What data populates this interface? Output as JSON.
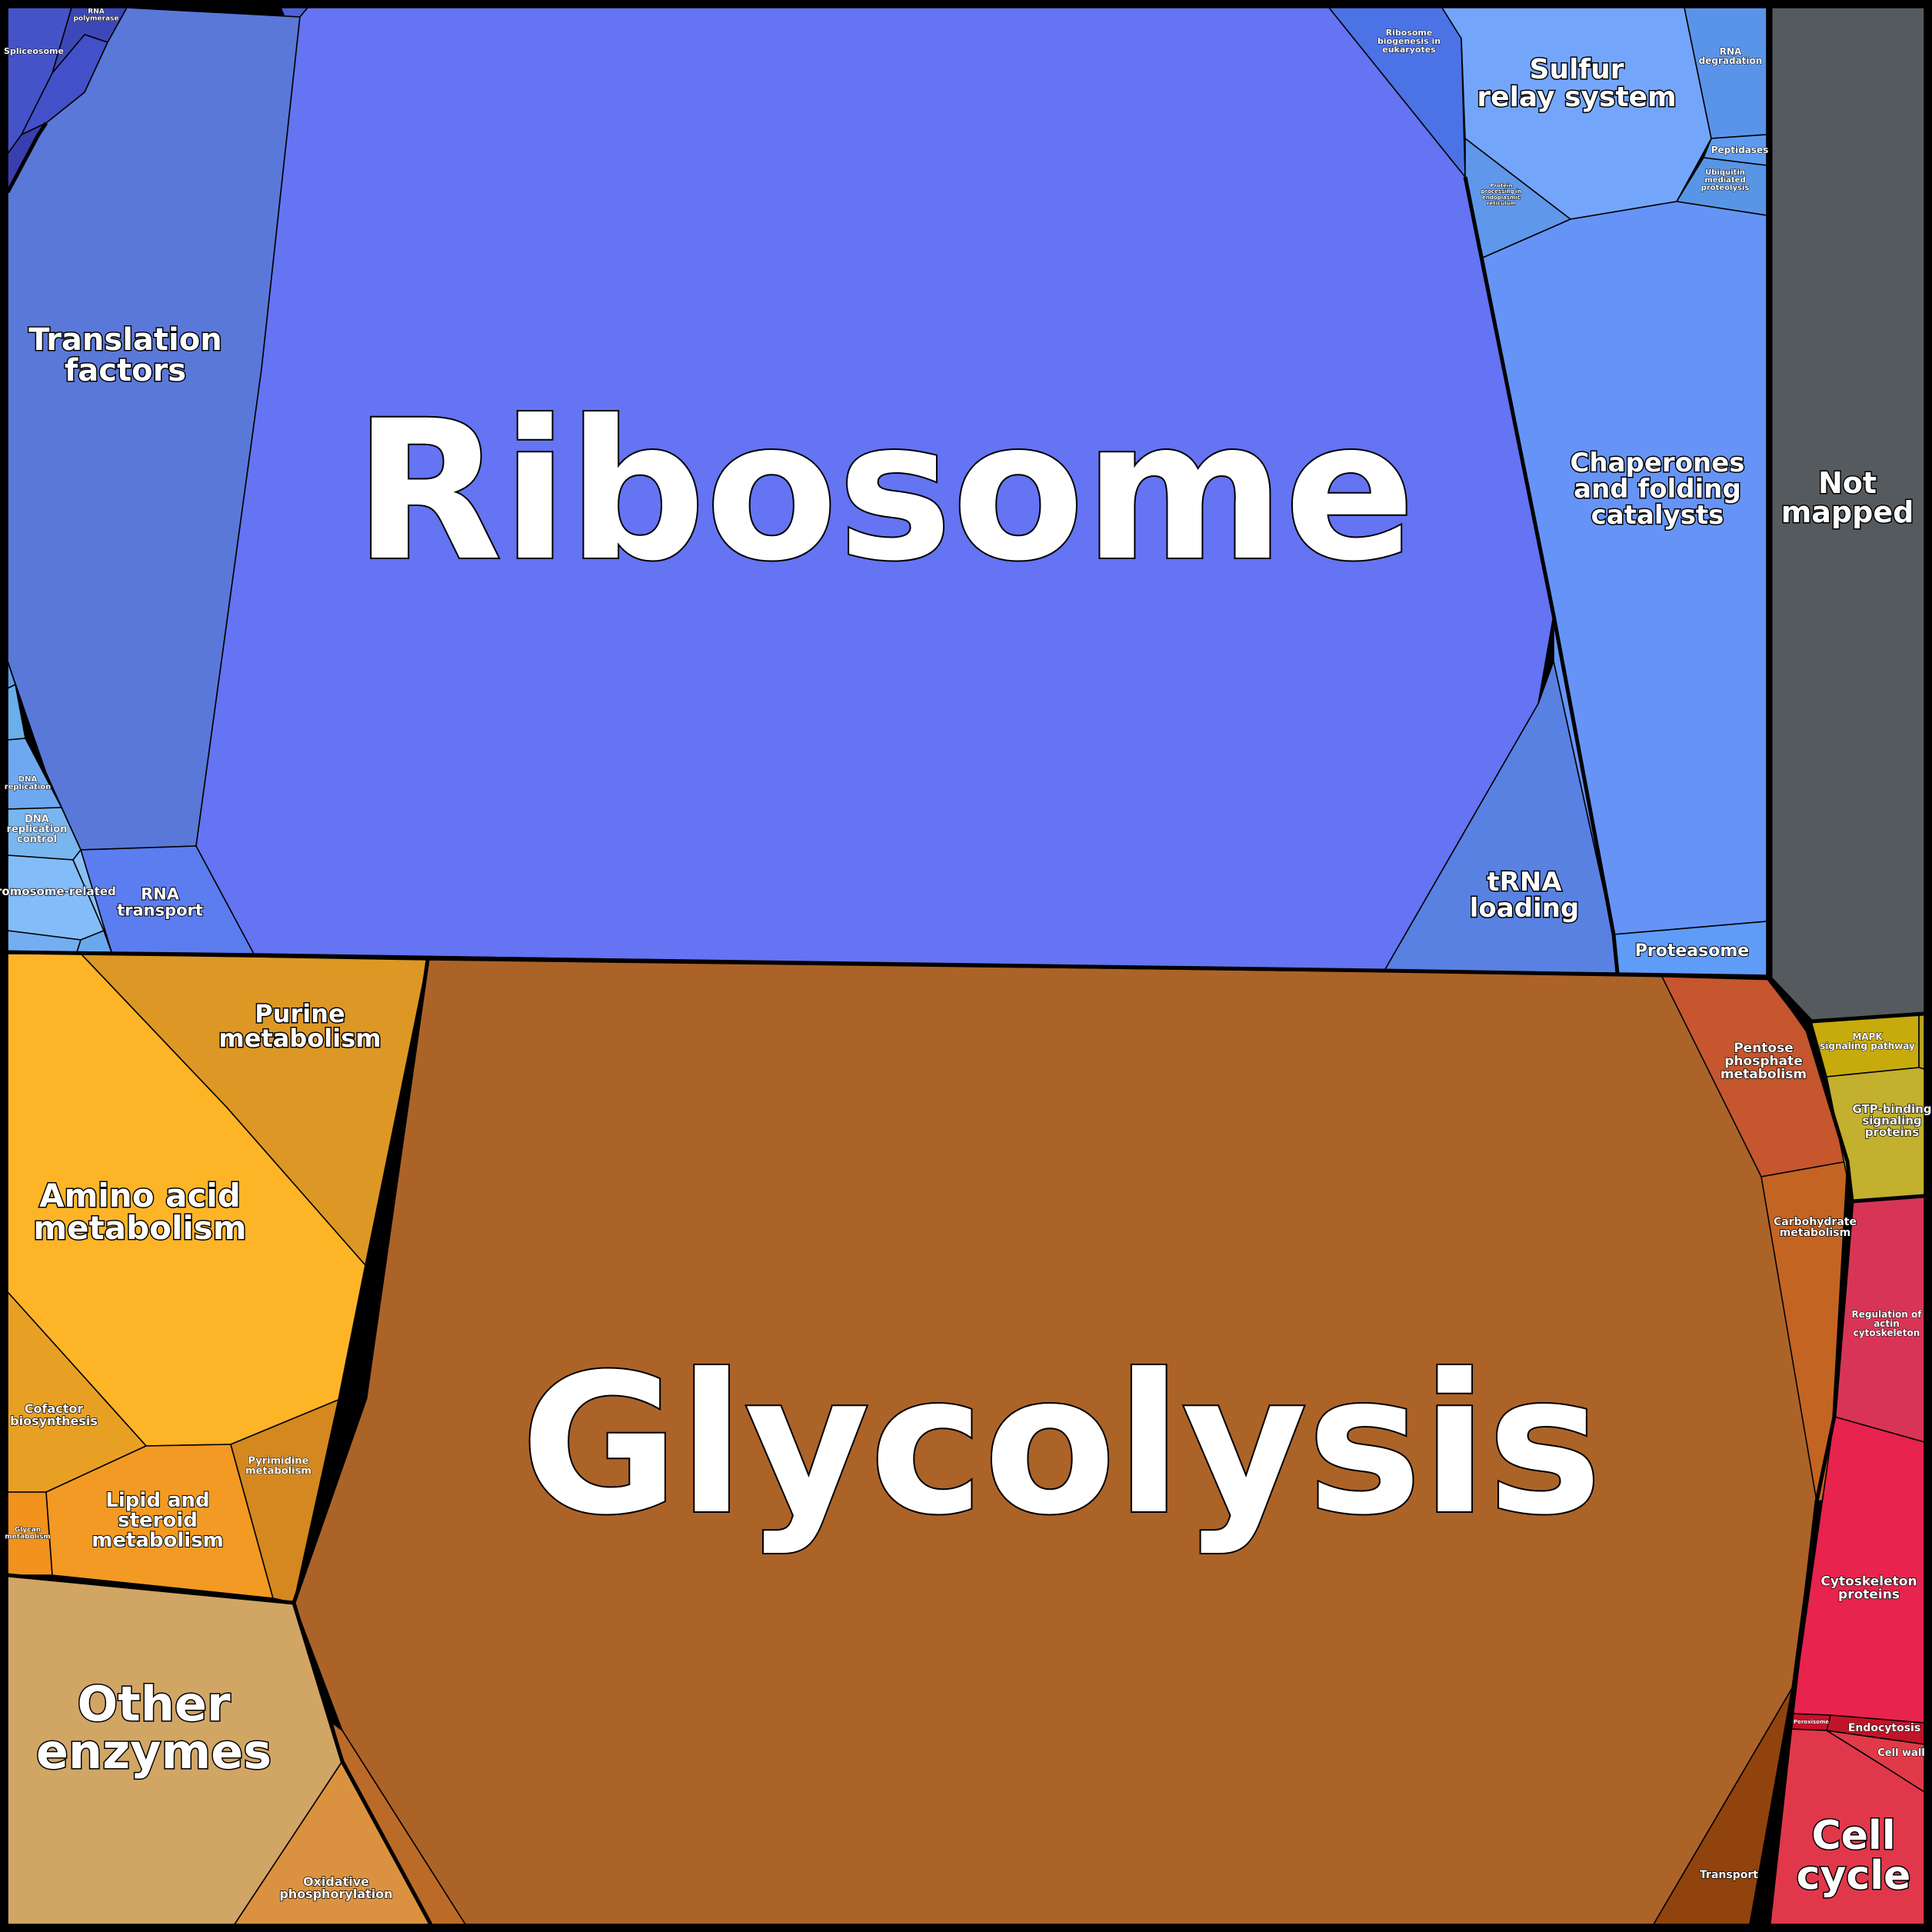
{
  "cells": [
    {
      "id": "ribosome",
      "label": "Ribosome",
      "color": "#6474f2"
    },
    {
      "id": "translation-factors",
      "label": "Translation factors",
      "color": "#5a78d8"
    },
    {
      "id": "rna-transport",
      "label": "RNA transport",
      "color": "#5b7df0"
    },
    {
      "id": "spliceosome",
      "label": "Spliceosome",
      "color": "#4454c8"
    },
    {
      "id": "rna-polymerase",
      "label": "RNA polymerase",
      "color": "#3d48b8"
    },
    {
      "id": "small-blue-a",
      "label": "",
      "color": "#4250c9"
    },
    {
      "id": "small-blue-b",
      "label": "",
      "color": "#3a3fb0"
    },
    {
      "id": "small-blue-c",
      "label": "",
      "color": "#5062d6"
    },
    {
      "id": "ribosome-biogenesis",
      "label": "Ribosome biogenesis in eukaryotes",
      "color": "#4b73e6"
    },
    {
      "id": "sulfur-relay",
      "label": "Sulfur relay system",
      "color": "#73a6fb"
    },
    {
      "id": "rna-degradation",
      "label": "RNA degradation",
      "color": "#5a94e8"
    },
    {
      "id": "peptidases",
      "label": "Peptidases",
      "color": "#5e9bee"
    },
    {
      "id": "ubiquitin",
      "label": "Ubiquitin mediated proteolysis",
      "color": "#5896e5"
    },
    {
      "id": "protein-processing-er",
      "label": "Protein processing in endoplasmic reticulum",
      "color": "#5f97ea"
    },
    {
      "id": "chaperones",
      "label": "Chaperones and folding catalysts",
      "color": "#6694f6"
    },
    {
      "id": "trna-loading",
      "label": "tRNA loading",
      "color": "#5881e2"
    },
    {
      "id": "proteasome",
      "label": "Proteasome",
      "color": "#5f9cf8"
    },
    {
      "id": "not-mapped",
      "label": "Not mapped",
      "color": "#555a5e"
    },
    {
      "id": "dna-replication",
      "label": "DNA replication",
      "color": "#6ea8f0"
    },
    {
      "id": "dna-replication-control",
      "label": "DNA replication control",
      "color": "#78b6f0"
    },
    {
      "id": "chromosome-related",
      "label": "Chromosome-related",
      "color": "#82bdfa"
    },
    {
      "id": "small-lightblue-a",
      "label": "",
      "color": "#5d9ee6"
    },
    {
      "id": "small-lightblue-b",
      "label": "",
      "color": "#6aaeea"
    },
    {
      "id": "small-lightblue-c",
      "label": "",
      "color": "#74aef2"
    },
    {
      "id": "small-lightblue-d",
      "label": "",
      "color": "#6aa8ee"
    },
    {
      "id": "small-lightblue-e",
      "label": "",
      "color": "#88c0f4"
    },
    {
      "id": "glycolysis",
      "label": "Glycolysis",
      "color": "#ac6328"
    },
    {
      "id": "purine-metabolism",
      "label": "Purine metabolism",
      "color": "#dd9725"
    },
    {
      "id": "amino-acid-metabolism",
      "label": "Amino acid metabolism",
      "color": "#feb427"
    },
    {
      "id": "cofactor-biosynthesis",
      "label": "Cofactor biosynthesis",
      "color": "#e8a024"
    },
    {
      "id": "glycan-metabolism",
      "label": "Glycan metabolism",
      "color": "#f0921c"
    },
    {
      "id": "lipid-steroid",
      "label": "Lipid and steroid metabolism",
      "color": "#f29a23"
    },
    {
      "id": "pyrimidine-metabolism",
      "label": "Pyrimidine metabolism",
      "color": "#d4881f"
    },
    {
      "id": "other-enzymes",
      "label": "Other enzymes",
      "color": "#d1a564"
    },
    {
      "id": "oxidative-phosphorylation",
      "label": "Oxidative phosphorylation",
      "color": "#db9240"
    },
    {
      "id": "small-brown-a",
      "label": "",
      "color": "#bc6a27"
    },
    {
      "id": "pentose-phosphate",
      "label": "Pentose phosphate metabolism",
      "color": "#c5562e"
    },
    {
      "id": "carbohydrate-metabolism",
      "label": "Carbohydrate metabolism",
      "color": "#c46423"
    },
    {
      "id": "transport",
      "label": "Transport",
      "color": "#91430d"
    },
    {
      "id": "mapk-signaling",
      "label": "MAPK signaling pathway",
      "color": "#c7ab0d"
    },
    {
      "id": "gtp-binding",
      "label": "GTP-binding signaling proteins",
      "color": "#c3b02e"
    },
    {
      "id": "small-yellow-a",
      "label": "",
      "color": "#b8a020"
    },
    {
      "id": "regulation-actin",
      "label": "Regulation of actin cytoskeleton",
      "color": "#d83556"
    },
    {
      "id": "cytoskeleton-proteins",
      "label": "Cytoskeleton proteins",
      "color": "#e8234d"
    },
    {
      "id": "peroxisome",
      "label": "Peroxisome",
      "color": "#c8102a"
    },
    {
      "id": "endocytosis",
      "label": "Endocytosis",
      "color": "#c01428"
    },
    {
      "id": "cell-wall",
      "label": "Cell wall",
      "color": "#e03a48"
    },
    {
      "id": "cell-cycle",
      "label": "Cell cycle",
      "color": "#e0384a"
    }
  ]
}
